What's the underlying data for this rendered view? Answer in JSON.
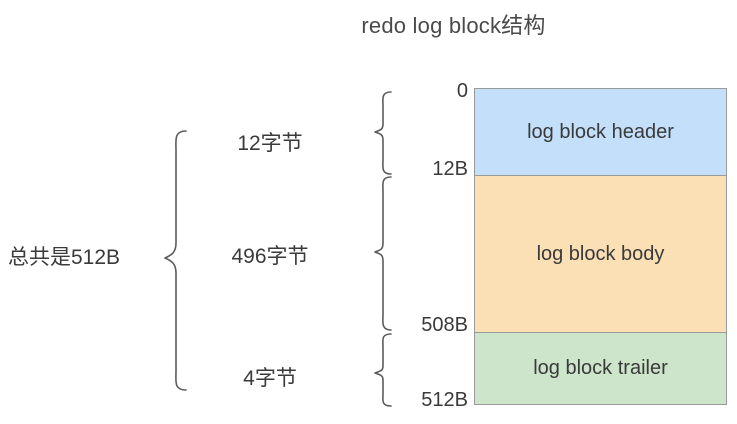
{
  "title": "redo log block结构",
  "total": {
    "label": "总共是512B"
  },
  "segments": [
    {
      "name": "header",
      "size_label": "12字节",
      "start_offset": "0",
      "end_offset": "12B",
      "block_label": "log block header",
      "color": "#c3dffa"
    },
    {
      "name": "body",
      "size_label": "496字节",
      "start_offset": "12B",
      "end_offset": "508B",
      "block_label": "log block body",
      "color": "#fbdfb5"
    },
    {
      "name": "trailer",
      "size_label": "4字节",
      "start_offset": "508B",
      "end_offset": "512B",
      "block_label": "log block trailer",
      "color": "#cce5cb"
    }
  ],
  "offsets": {
    "o0": "0",
    "o12": "12B",
    "o508": "508B",
    "o512": "512B"
  },
  "colors": {
    "header_fill": "#c3dffa",
    "body_fill": "#fbdfb5",
    "trailer_fill": "#cce5cb",
    "block_border": "#9a9a9a",
    "brace_stroke": "#5b5b5b",
    "text": "#3a3a3a",
    "background": "#ffffff"
  }
}
